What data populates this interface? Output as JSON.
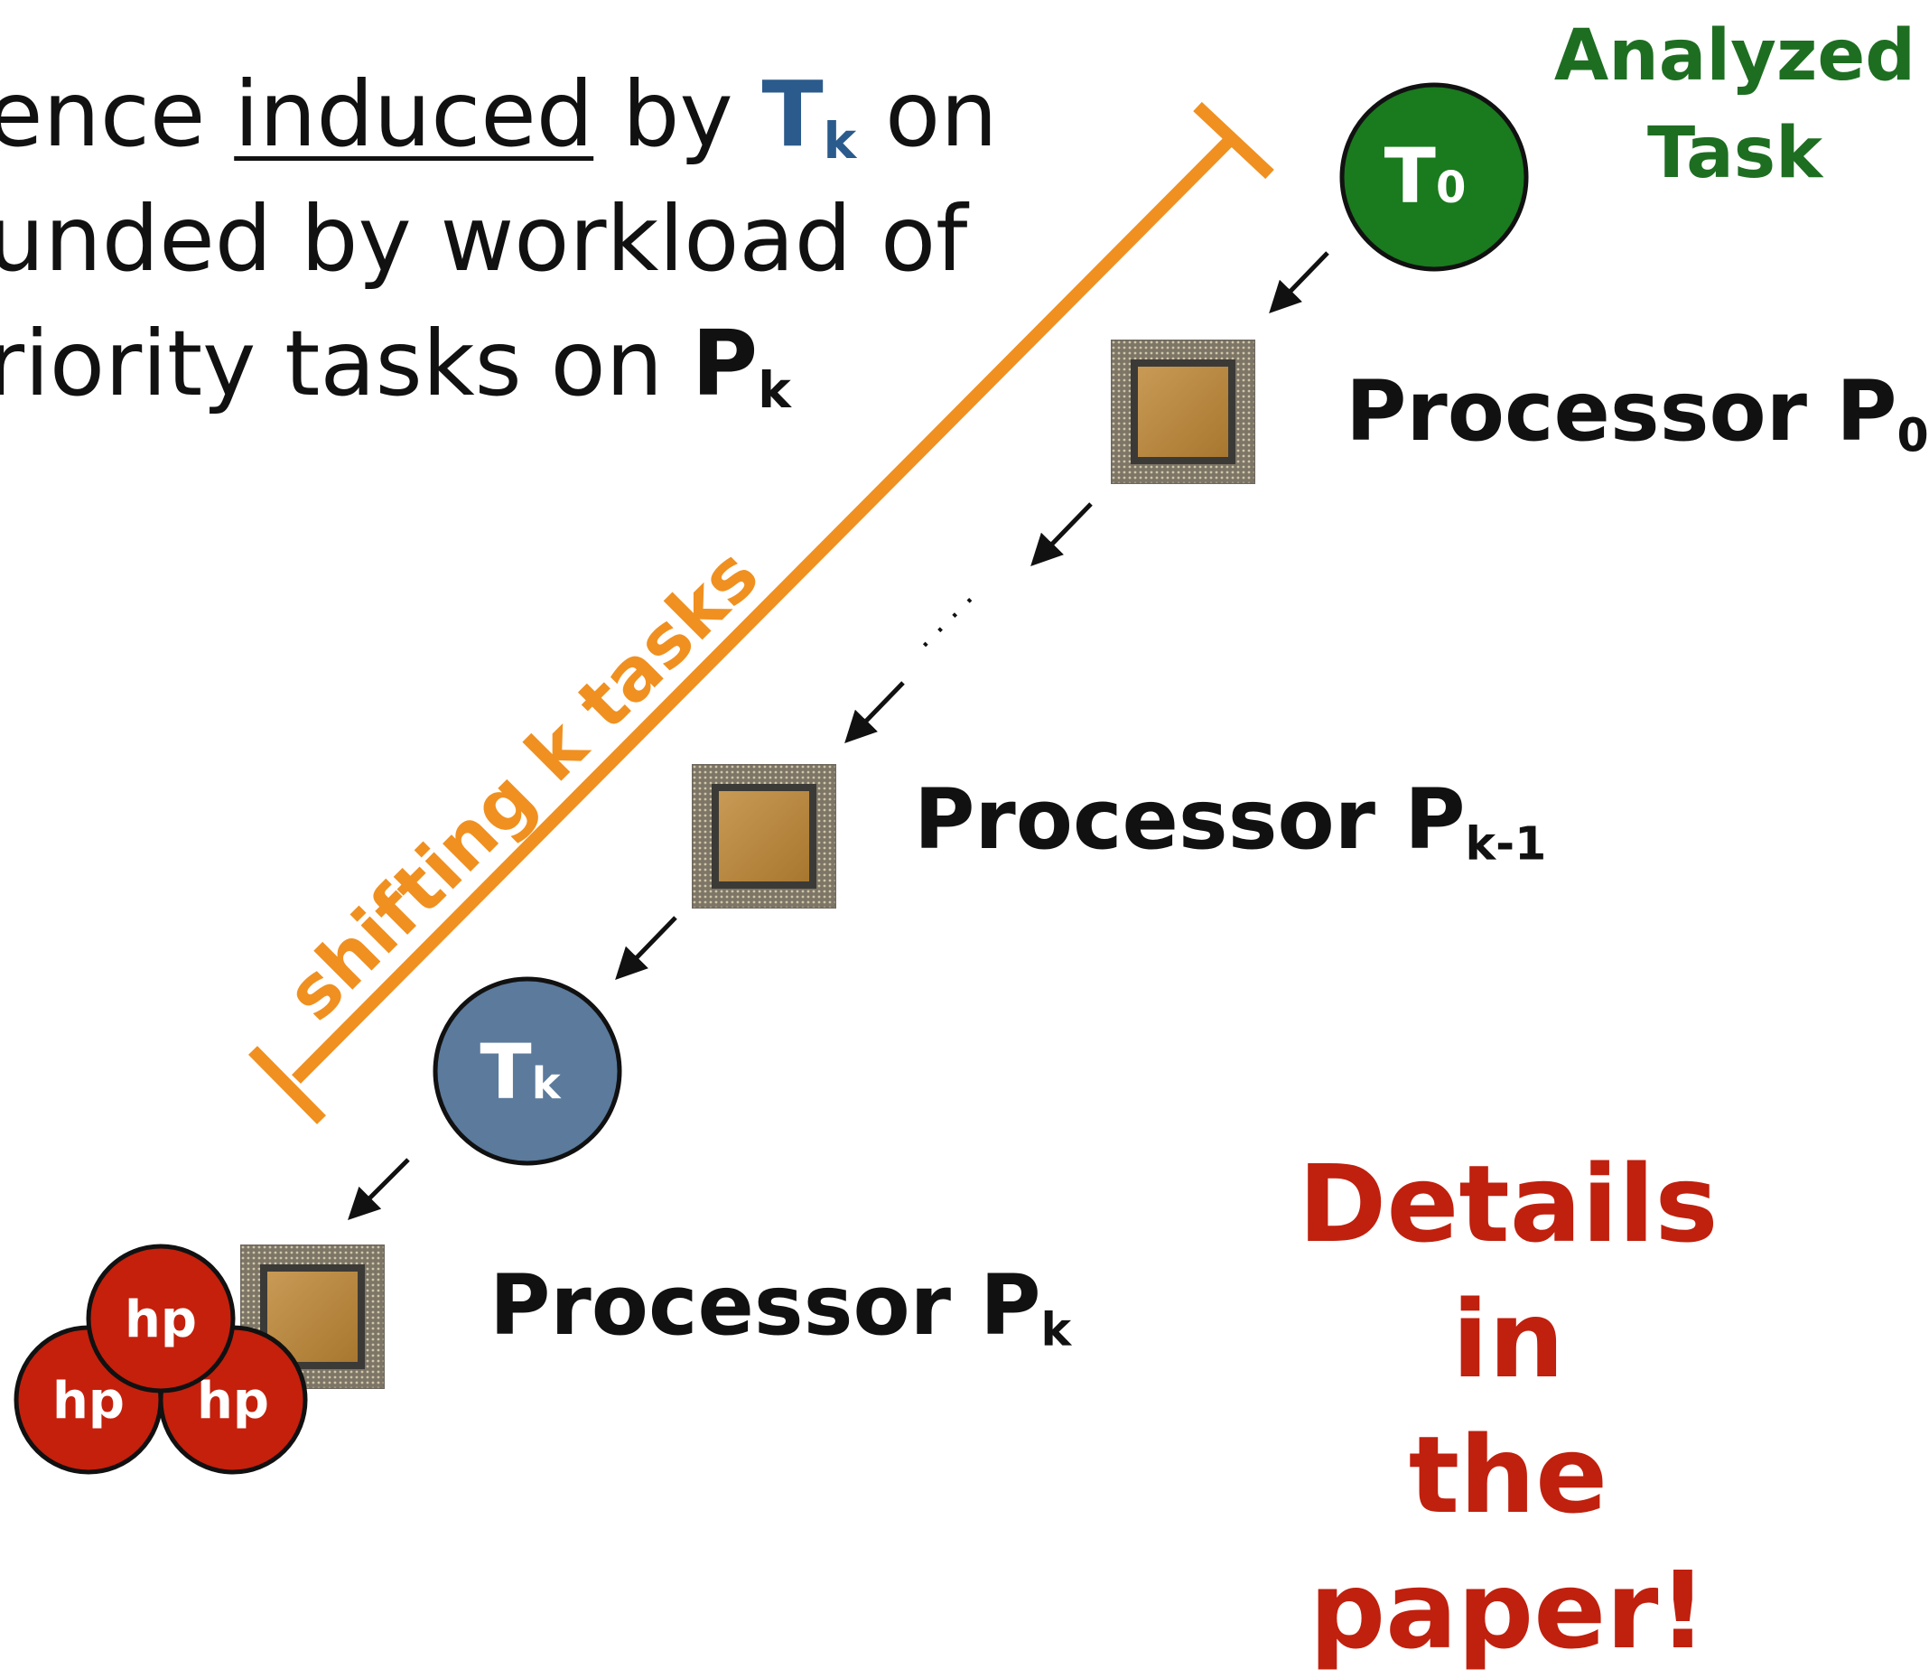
{
  "intro": {
    "line1": {
      "prefix": "ence ",
      "underlined": "induced",
      "middle": " by ",
      "task_main": "T",
      "task_sub": "k",
      "suffix": " on"
    },
    "line2": "unded by workload of",
    "line3": {
      "text": "riority tasks on ",
      "proc_main": "P",
      "proc_sub": "k"
    }
  },
  "analyzed_task": {
    "line1": "Analyzed",
    "line2": "Task"
  },
  "nodes": {
    "t0": {
      "main": "T",
      "sub": "0",
      "color": "#1a7a1e"
    },
    "tk": {
      "main": "T",
      "sub": "k",
      "color": "#5b7a9c"
    },
    "hp": [
      "hp",
      "hp",
      "hp"
    ],
    "hp_color": "#c4200c"
  },
  "processors": [
    {
      "prefix": "Processor ",
      "main": "P",
      "sub": "0"
    },
    {
      "prefix": "Processor ",
      "main": "P",
      "sub": "k-1"
    },
    {
      "prefix": "Processor ",
      "main": "P",
      "sub": "k"
    }
  ],
  "ellipsis": "· · · ·",
  "shifting_label": "shifting k tasks",
  "shifting_color": "#f09020",
  "details": {
    "line1": "Details in",
    "line2": "the paper!"
  }
}
